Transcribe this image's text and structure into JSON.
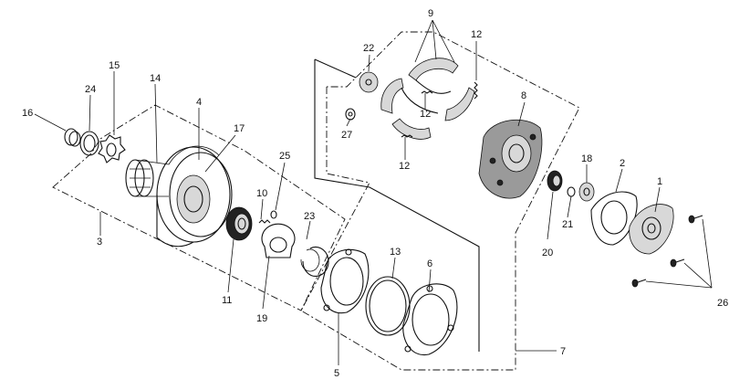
{
  "callouts": [
    "9",
    "22",
    "12",
    "8",
    "15",
    "24",
    "14",
    "4",
    "16",
    "17",
    "12",
    "27",
    "12",
    "25",
    "18",
    "2",
    "1",
    "10",
    "23",
    "3",
    "21",
    "20",
    "11",
    "13",
    "6",
    "26",
    "19",
    "5",
    "7"
  ]
}
